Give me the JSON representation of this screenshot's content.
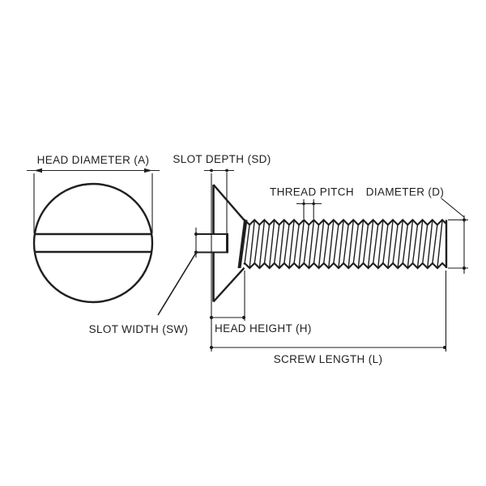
{
  "diagram": {
    "labels": {
      "head_diameter": "HEAD DIAMETER (A)",
      "slot_depth": "SLOT DEPTH (SD)",
      "thread_pitch": "THREAD PITCH",
      "diameter": "DIAMETER (D)",
      "slot_width": "SLOT WIDTH (SW)",
      "head_height": "HEAD HEIGHT (H)",
      "screw_length": "SCREW LENGTH (L)"
    }
  },
  "colors": {
    "ink": "#1f1f1f",
    "background": "#ffffff"
  }
}
